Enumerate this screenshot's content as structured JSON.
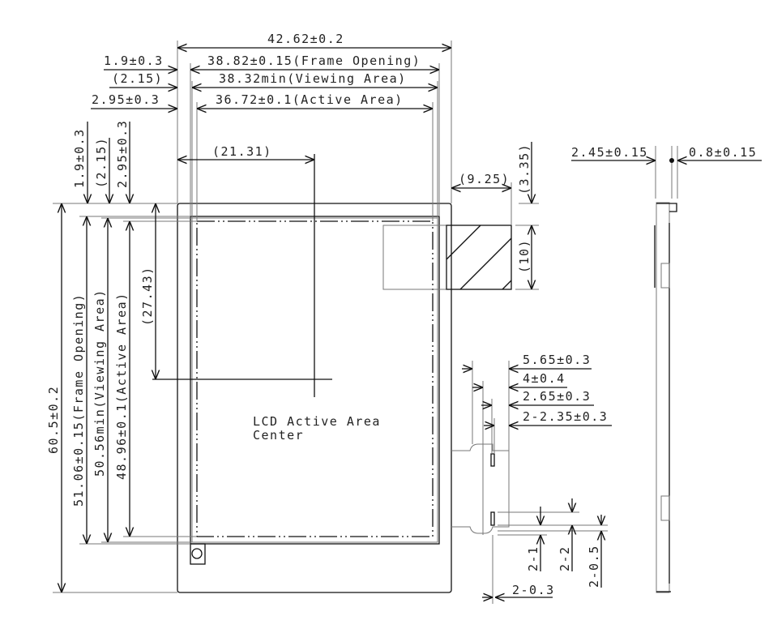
{
  "drawing": {
    "width_dims": {
      "overall": "42.62±0.2",
      "frame_opening": "38.82±0.15(Frame Opening)",
      "viewing_area": "38.32min(Viewing Area)",
      "active_area": "36.72±0.1(Active Area)",
      "left_frame": "1.9±0.3",
      "left_viewing": "(2.15)",
      "left_active": "2.95±0.3",
      "center_x": "(21.31)"
    },
    "height_dims": {
      "top_frame": "1.9±0.3",
      "top_viewing": "(2.15)",
      "top_active": "2.95±0.3",
      "overall": "60.5±0.2",
      "frame_opening": "51.06±0.15(Frame Opening)",
      "viewing_area": "50.56min(Viewing Area)",
      "active_area": "48.96±0.1(Active Area)",
      "center_y": "(27.43)"
    },
    "fpc_dims": {
      "width": "(9.25)",
      "offset": "(3.35)",
      "height": "(10)"
    },
    "center_label": {
      "line1": "LCD Active Area",
      "line2": "Center"
    },
    "tail_dims": [
      "5.65±0.3",
      "4±0.4",
      "2.65±0.3",
      "2-2.35±0.3",
      "2-1",
      "2-2",
      "2-0.5",
      "2-0.3"
    ],
    "side_dims": {
      "thickness": "2.45±0.15",
      "bezel": "0.8±0.15"
    }
  }
}
